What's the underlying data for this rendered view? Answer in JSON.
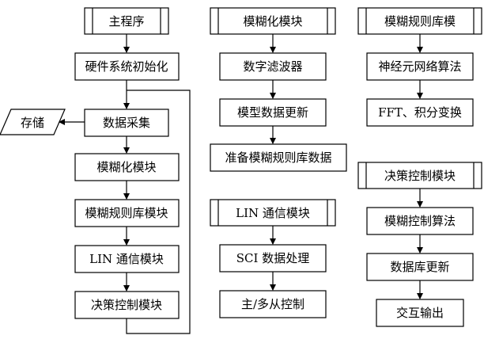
{
  "col1": {
    "main": "主程序",
    "init": "硬件系统初始化",
    "collect": "数据采集",
    "storage": "存储",
    "fuzzify": "模糊化模块",
    "rulebase": "模糊规则库模块",
    "lin": "LIN 通信模块",
    "decision": "决策控制模块"
  },
  "col2": {
    "fuzzify_title": "模糊化模块",
    "filter": "数字滤波器",
    "model_update": "模型数据更新",
    "prepare": "准备模糊规则库数据",
    "lin_title": "LIN 通信模块",
    "sci": "SCI 数据处理",
    "master_slave": "主/多从控制"
  },
  "col3": {
    "rulebase_title": "模糊规则库模",
    "neural": "神经元网络算法",
    "fft": "FFT、积分变换",
    "decision_title": "决策控制模块",
    "fuzzy_ctrl": "模糊控制算法",
    "db_update": "数据库更新",
    "io": "交互输出"
  }
}
